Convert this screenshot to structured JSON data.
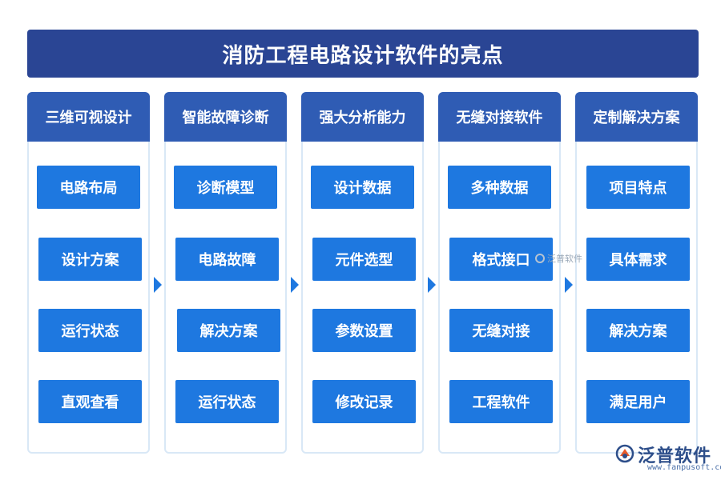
{
  "title": "消防工程电路设计软件的亮点",
  "columns": [
    {
      "header": "三维可视设计",
      "items": [
        "电路布局",
        "设计方案",
        "运行状态",
        "直观查看"
      ]
    },
    {
      "header": "智能故障诊断",
      "items": [
        "诊断模型",
        "电路故障",
        "解决方案",
        "运行状态"
      ]
    },
    {
      "header": "强大分析能力",
      "items": [
        "设计数据",
        "元件选型",
        "参数设置",
        "修改记录"
      ]
    },
    {
      "header": "无缝对接软件",
      "items": [
        "多种数据",
        "格式接口",
        "无缝对接",
        "工程软件"
      ]
    },
    {
      "header": "定制解决方案",
      "items": [
        "项目特点",
        "具体需求",
        "解决方案",
        "满足用户"
      ]
    }
  ],
  "watermark": "泛普软件",
  "logo": {
    "name": "泛普软件",
    "url": "www.fanpusoft.com"
  },
  "colors": {
    "title_bg": "#2a4594",
    "header_bg": "#2f5cb4",
    "item_bg": "#1e78e0",
    "border": "#d9e8f6"
  }
}
